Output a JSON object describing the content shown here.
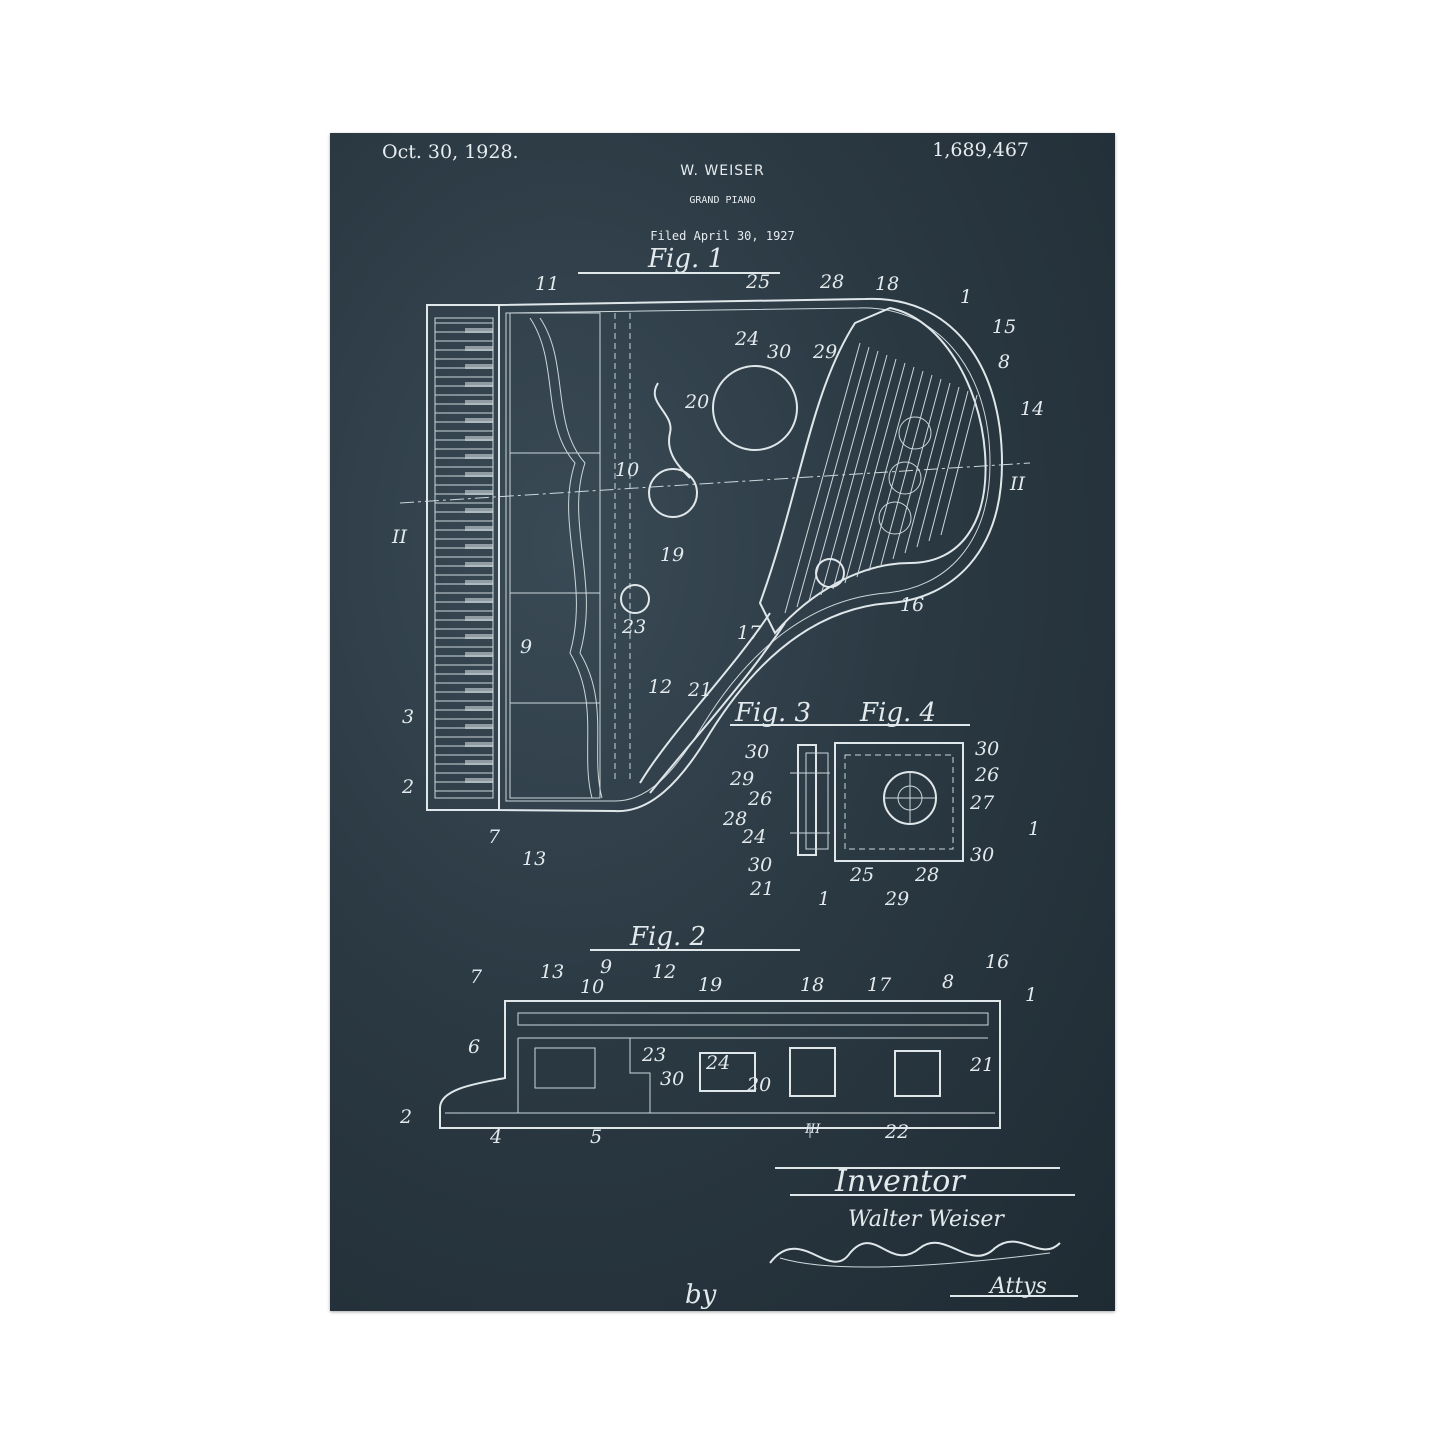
{
  "header": {
    "date": "Oct. 30, 1928.",
    "patent_number": "1,689,467",
    "inventor": "W. WEISER",
    "title": "GRAND PIANO",
    "filed": "Filed April 30, 1927"
  },
  "figures": {
    "fig1": "Fig. 1",
    "fig2": "Fig. 2",
    "fig3": "Fig. 3",
    "fig4": "Fig. 4"
  },
  "section_marks": {
    "left": "II",
    "right": "II",
    "fig2": "III"
  },
  "labels": {
    "fig1": [
      "11",
      "25",
      "28",
      "18",
      "1",
      "15",
      "8",
      "14",
      "24",
      "30",
      "29",
      "20",
      "10",
      "19",
      "23",
      "17",
      "21",
      "16",
      "9",
      "12",
      "3",
      "2",
      "7",
      "13"
    ],
    "fig3": [
      "30",
      "29",
      "26",
      "28",
      "24",
      "30",
      "21",
      "1"
    ],
    "fig4": [
      "30",
      "26",
      "27",
      "1",
      "30",
      "28",
      "25",
      "29"
    ],
    "fig2": [
      "7",
      "13",
      "9",
      "10",
      "12",
      "19",
      "18",
      "17",
      "8",
      "16",
      "1",
      "6",
      "23",
      "24",
      "30",
      "20",
      "21",
      "2",
      "4",
      "5",
      "22"
    ]
  },
  "signature": {
    "inventor_heading": "Inventor",
    "inventor_name": "Walter Weiser",
    "by": "by",
    "attys": "Attys"
  },
  "colors": {
    "background": "#2b3943",
    "ink": "#dfe7ea",
    "page": "#ffffff"
  }
}
